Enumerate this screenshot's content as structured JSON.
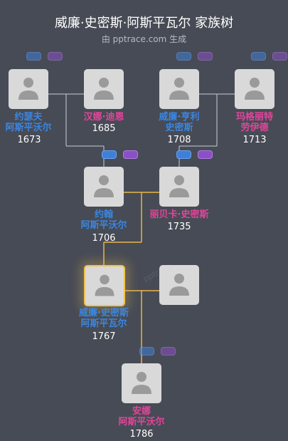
{
  "header": {
    "title": "威廉·史密斯·阿斯平瓦尔 家族树",
    "subtitle": "由 pptrace.com 生成"
  },
  "people": {
    "p1": {
      "line1": "约瑟夫",
      "line2": "阿斯平沃尔",
      "year": "1673"
    },
    "p2": {
      "line1": "汉娜·迪恩",
      "line2": "",
      "year": "1685"
    },
    "p3": {
      "line1": "威廉·亨利",
      "line2": "史密斯",
      "year": "1708"
    },
    "p4": {
      "line1": "玛格丽特",
      "line2": "劳伊德",
      "year": "1713"
    },
    "p5": {
      "line1": "约翰",
      "line2": "阿斯平沃尔",
      "year": "1706"
    },
    "p6": {
      "line1": "丽贝卡·史密斯",
      "line2": "",
      "year": "1735"
    },
    "p7": {
      "line1": "威廉·史密斯",
      "line2": "阿斯平瓦尔",
      "year": "1767"
    },
    "p9": {
      "line1": "安娜",
      "line2": "阿斯平沃尔",
      "year": "1786"
    }
  },
  "watermark": "pptrace",
  "colors": {
    "male": "#3b86e0",
    "female": "#e2459b",
    "focus_border": "#f2c14e",
    "background": "#474b55"
  }
}
